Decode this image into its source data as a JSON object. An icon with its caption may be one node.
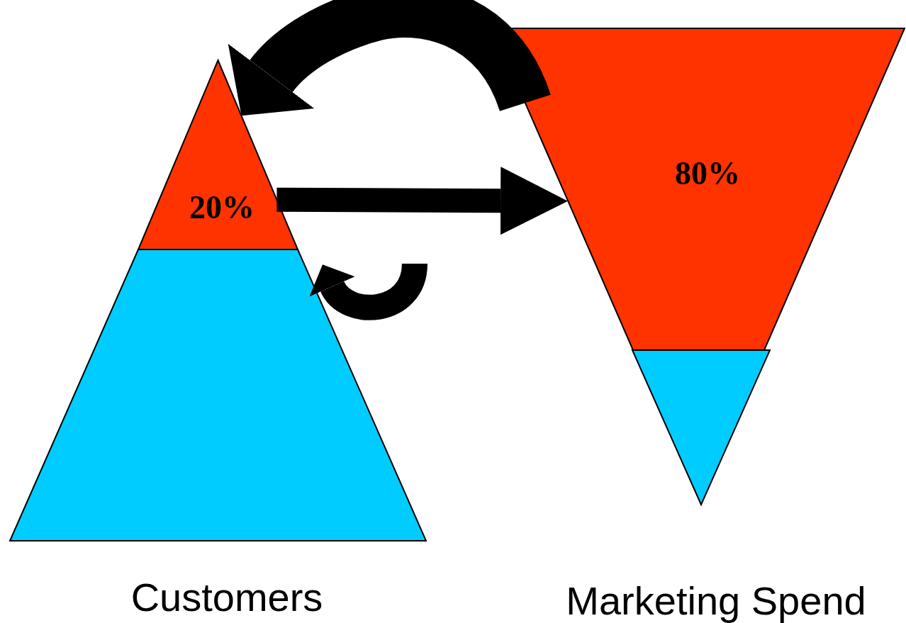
{
  "diagram": {
    "nodes": [
      {
        "text": [
          "20%"
        ]
      },
      {
        "text": [],
        "shape": "trapezoid",
        "beside": [
          "Customers"
        ]
      },
      {
        "text": [
          "80%"
        ]
      },
      {
        "text": [],
        "shape": "triangle",
        "beside": [
          "Marketing Spend"
        ]
      }
    ],
    "edges": [
      {
        "from": 2,
        "to": 0,
        "arrow": "to",
        "style": "thick"
      },
      {
        "from": 0,
        "to": 2,
        "arrow": "to"
      },
      {
        "from": null,
        "to": 1,
        "arrow": "to"
      }
    ]
  }
}
